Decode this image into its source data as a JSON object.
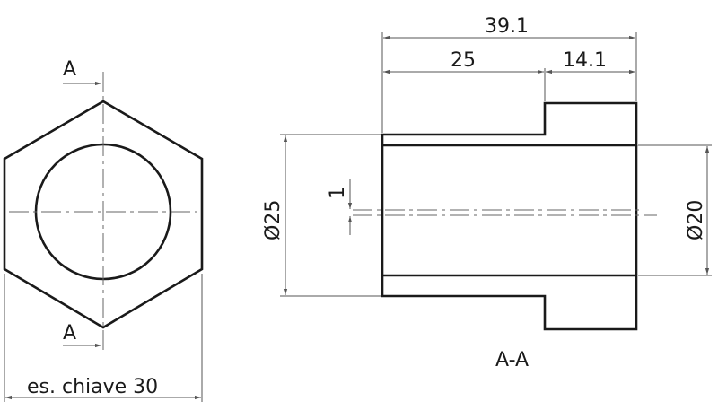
{
  "front_view": {
    "section_label_top": "A",
    "section_label_bottom": "A",
    "wrench_size_label": "es. chiave 30"
  },
  "section_view": {
    "title": "A-A",
    "dim_total_length": "39.1",
    "dim_left_length": "25",
    "dim_right_length": "14.1",
    "dim_outer_diameter": "Ø25",
    "dim_inner_diameter": "Ø20",
    "dim_eccentricity": "1"
  }
}
